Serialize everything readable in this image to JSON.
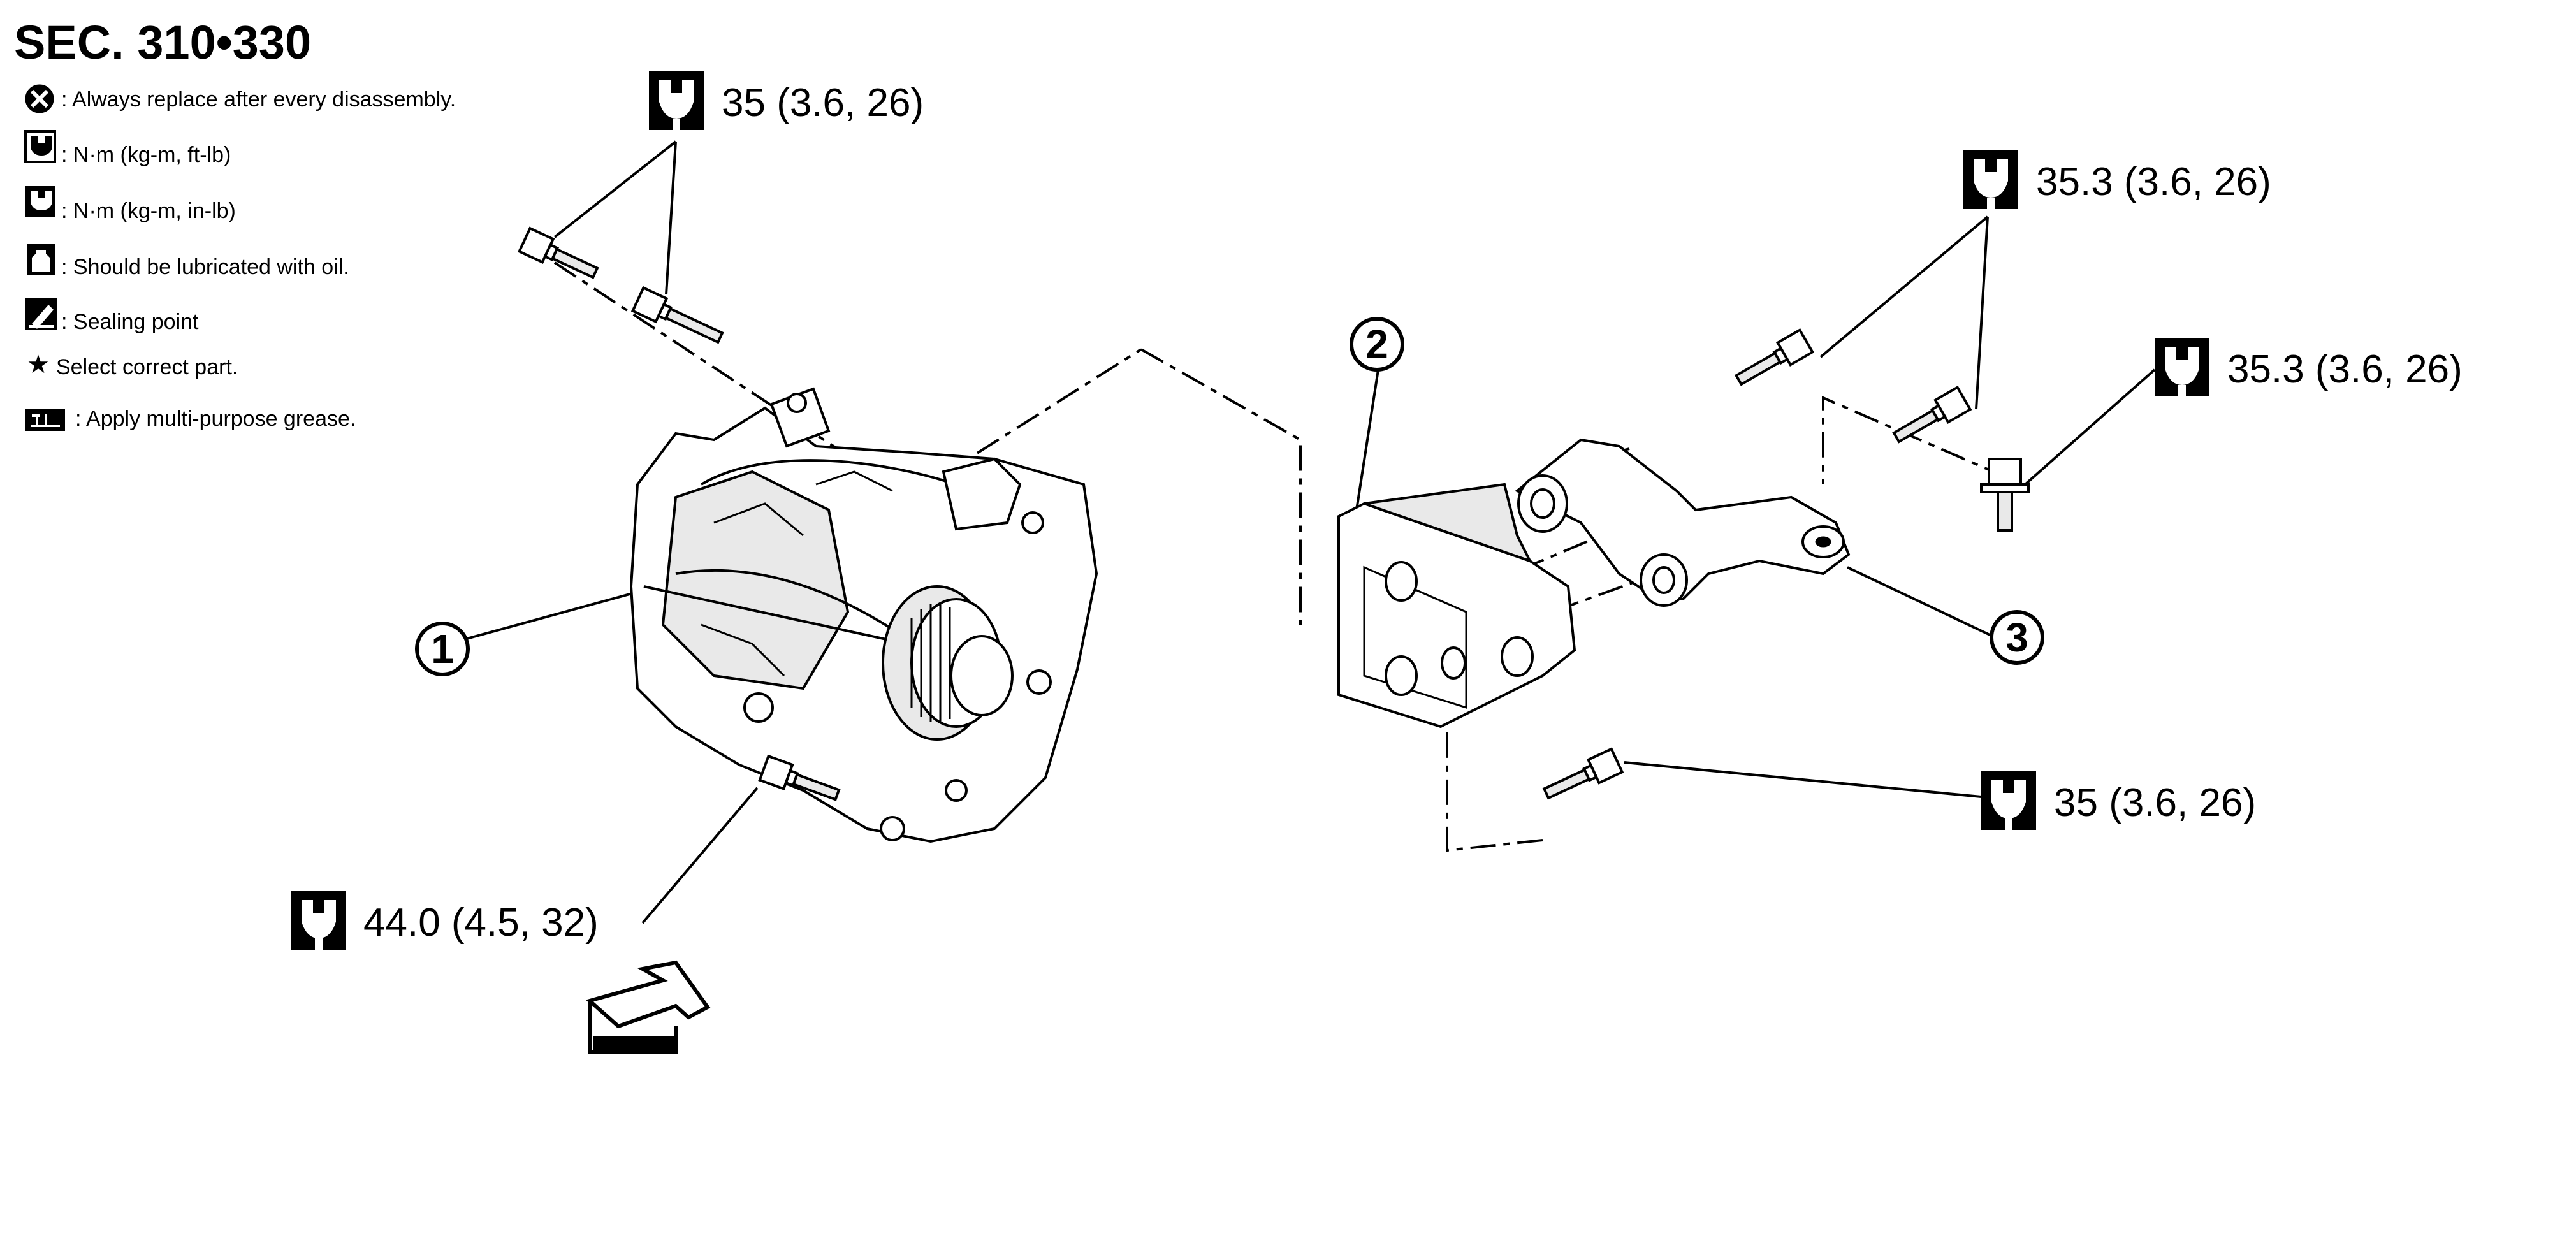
{
  "title": "SEC. 310•330",
  "legend": [
    {
      "icon": "replace-part-icon",
      "text": ": Always replace after every disassembly."
    },
    {
      "icon": "torque-wrench-ftlb-icon",
      "text": ": N·m (kg-m, ft-lb)"
    },
    {
      "icon": "torque-wrench-inlb-icon",
      "text": ": N·m (kg-m, in-lb)"
    },
    {
      "icon": "oil-can-icon",
      "text": ": Should be lubricated with oil."
    },
    {
      "icon": "sealant-icon",
      "text": ": Sealing point"
    },
    {
      "icon": "star-icon",
      "text": "Select correct part."
    },
    {
      "icon": "grease-icon",
      "text": ": Apply multi-purpose grease."
    }
  ],
  "torque_specs": {
    "top_left": "35 (3.6, 26)",
    "bottom_left": "44.0 (4.5, 32)",
    "upper_right": "35.3 (3.6, 26)",
    "right": "35.3 (3.6, 26)",
    "lower_right": "35 (3.6, 26)"
  },
  "callouts": [
    "1",
    "2",
    "3"
  ],
  "icons": {
    "front_arrow": "front-arrow-icon",
    "torque": "torque-wrench-icon"
  }
}
